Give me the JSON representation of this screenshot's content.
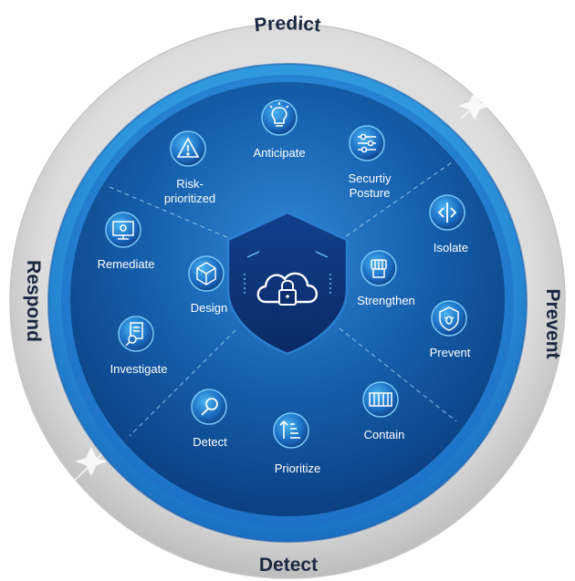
{
  "outer_labels": {
    "predict": "Predict",
    "prevent": "Prevent",
    "detect": "Detect",
    "respond": "Respond"
  },
  "capabilities": {
    "anticipate": "Anticipate",
    "security_posture_1": "Securtiy",
    "security_posture_2": "Posture",
    "isolate": "Isolate",
    "strengthen": "Strengthen",
    "prevent": "Prevent",
    "contain": "Contain",
    "prioritize": "Prioritize",
    "detect": "Detect",
    "investigate": "Investigate",
    "remediate": "Remediate",
    "design": "Design",
    "risk_prioritized_1": "Risk-",
    "risk_prioritized_2": "prioritized"
  },
  "icons": {
    "anticipate": "lightbulb-icon",
    "security_posture": "sliders-icon",
    "isolate": "split-arrows-icon",
    "strengthen": "fist-icon",
    "prevent": "shield-bug-icon",
    "contain": "container-icon",
    "prioritize": "sort-list-icon",
    "detect": "magnifier-icon",
    "investigate": "document-search-icon",
    "remediate": "monitor-icon",
    "design": "cubes-icon",
    "risk_prioritized": "warning-icon",
    "center": "cloud-lock-shield-icon"
  },
  "colors": {
    "outer_ring": "#d4d4d4",
    "blue_ring": "#2f9be0",
    "inner_disc": "#0f4f98",
    "shield": "#0c2d6e",
    "outer_label": "#1b2740"
  }
}
